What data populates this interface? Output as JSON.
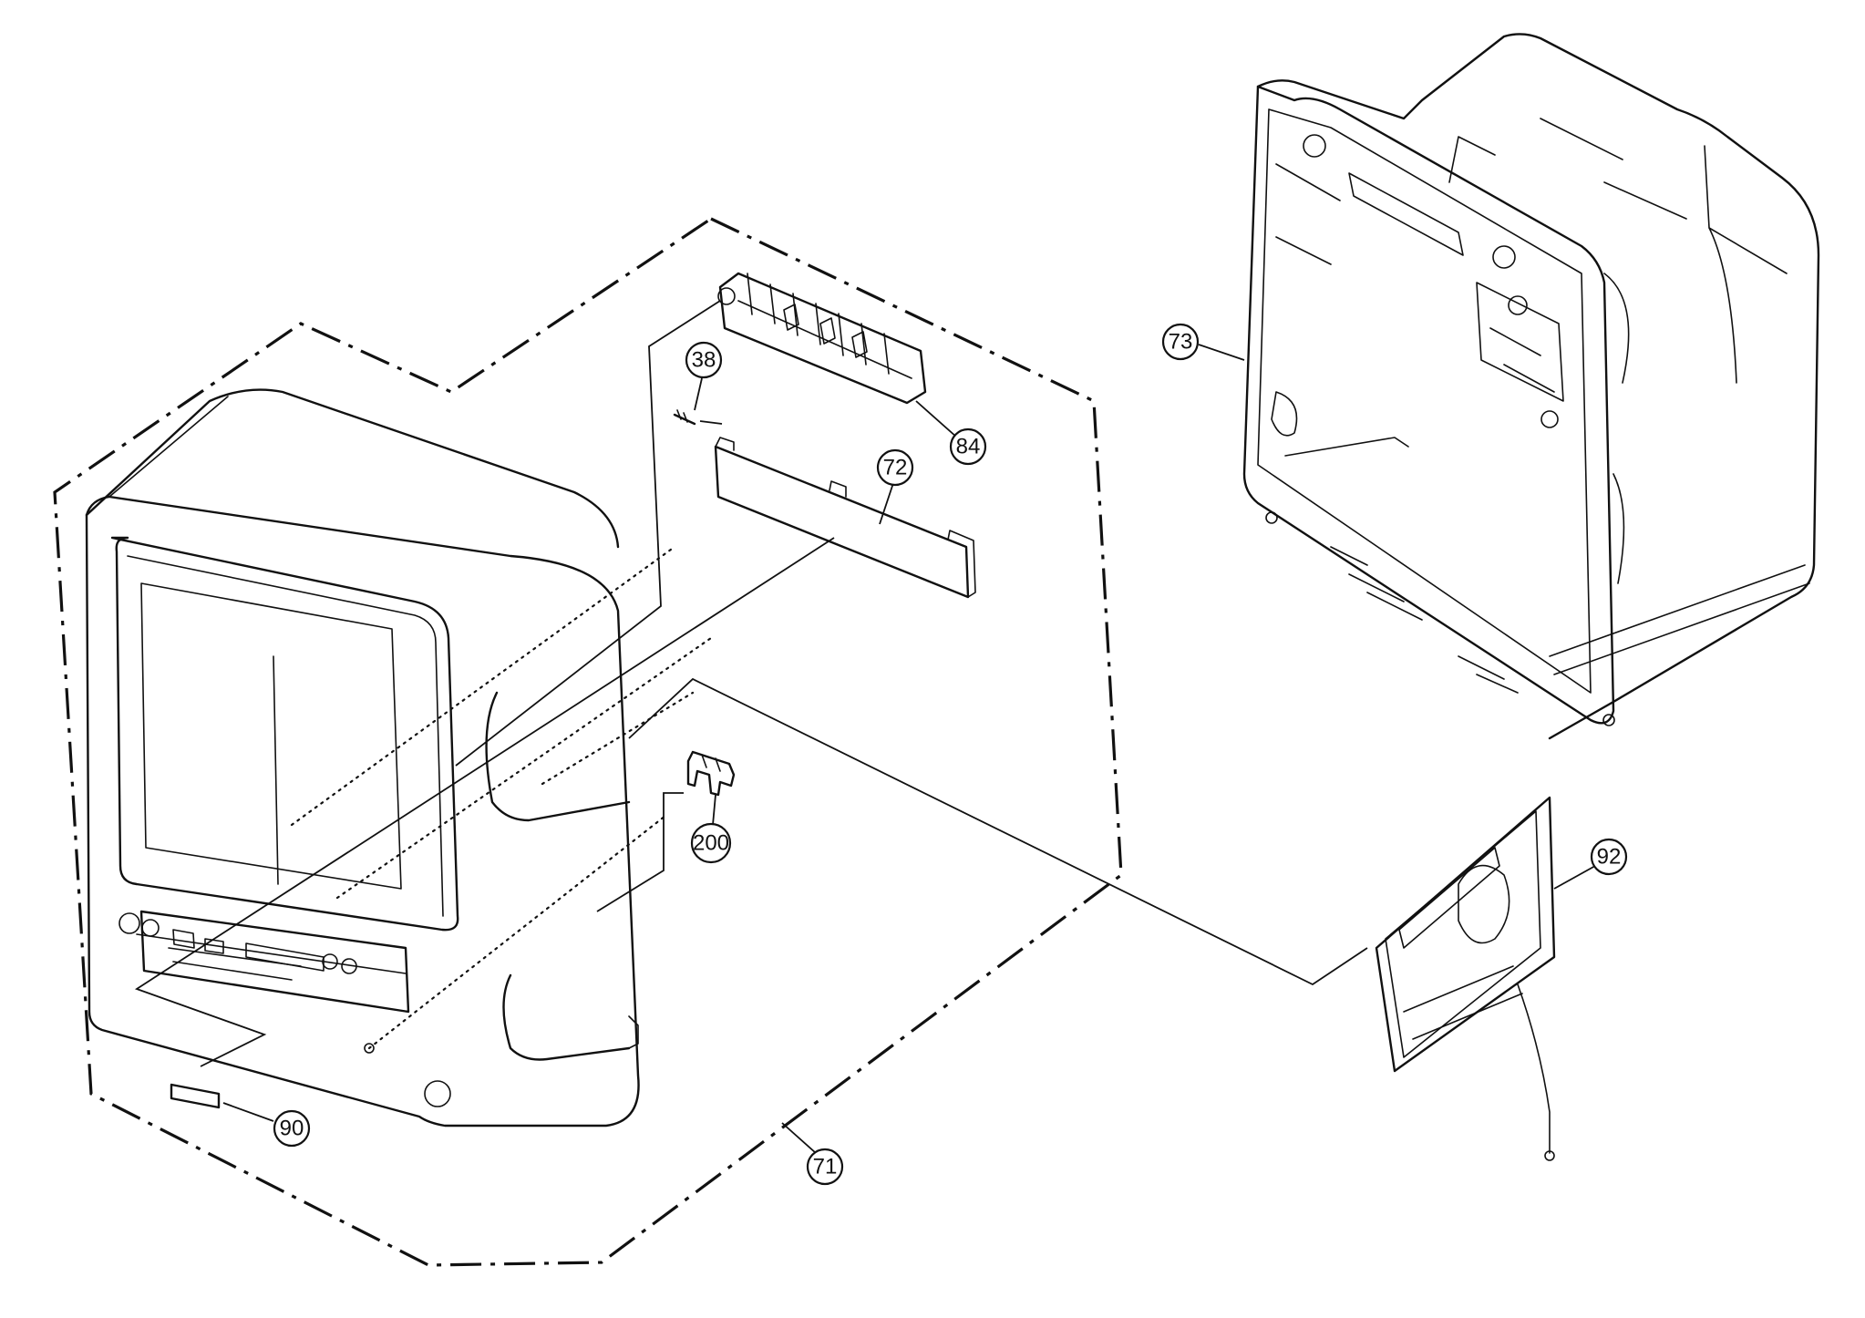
{
  "parts": [
    {
      "id": "bubble-71",
      "label": "71"
    },
    {
      "id": "bubble-72",
      "label": "72"
    },
    {
      "id": "bubble-73",
      "label": "73"
    },
    {
      "id": "bubble-84",
      "label": "84"
    },
    {
      "id": "bubble-38",
      "label": "38"
    },
    {
      "id": "bubble-200",
      "label": "200"
    },
    {
      "id": "bubble-90",
      "label": "90"
    },
    {
      "id": "bubble-92",
      "label": "92"
    }
  ],
  "colors": {
    "line": "#111111",
    "background": "#ffffff"
  }
}
